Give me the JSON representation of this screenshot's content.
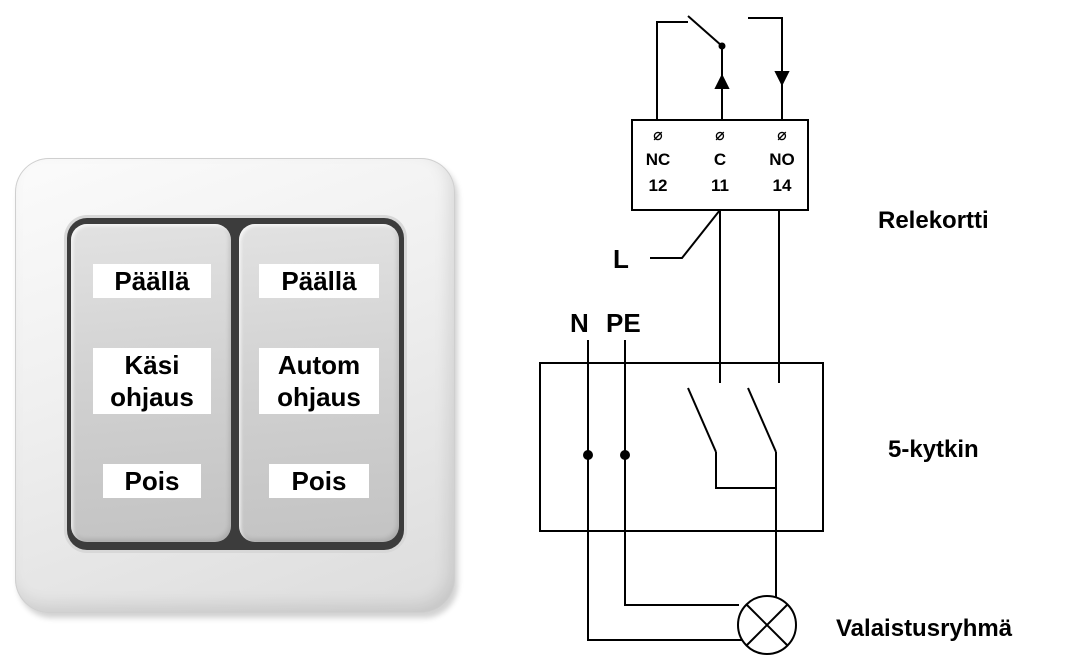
{
  "switch_photo": {
    "left_rocker": {
      "top": "Päällä",
      "middle_line1": "Käsi",
      "middle_line2": "ohjaus",
      "bottom": "Pois"
    },
    "right_rocker": {
      "top": "Päällä",
      "middle_line1": "Autom",
      "middle_line2": "ohjaus",
      "bottom": "Pois"
    }
  },
  "terminal_block": {
    "terminals": [
      {
        "symbol": "⌀",
        "name": "NC",
        "number": "12"
      },
      {
        "symbol": "⌀",
        "name": "C",
        "number": "11"
      },
      {
        "symbol": "⌀",
        "name": "NO",
        "number": "14"
      }
    ]
  },
  "labels": {
    "relay_card": "Relekortti",
    "line": "L",
    "neutral": "N",
    "protective_earth": "PE",
    "switch": "5-kytkin",
    "lighting_group": "Valaistusryhmä"
  },
  "colors": {
    "line": "#000000",
    "plate": "#eeeeee",
    "rocker": "#cfcfcf"
  }
}
